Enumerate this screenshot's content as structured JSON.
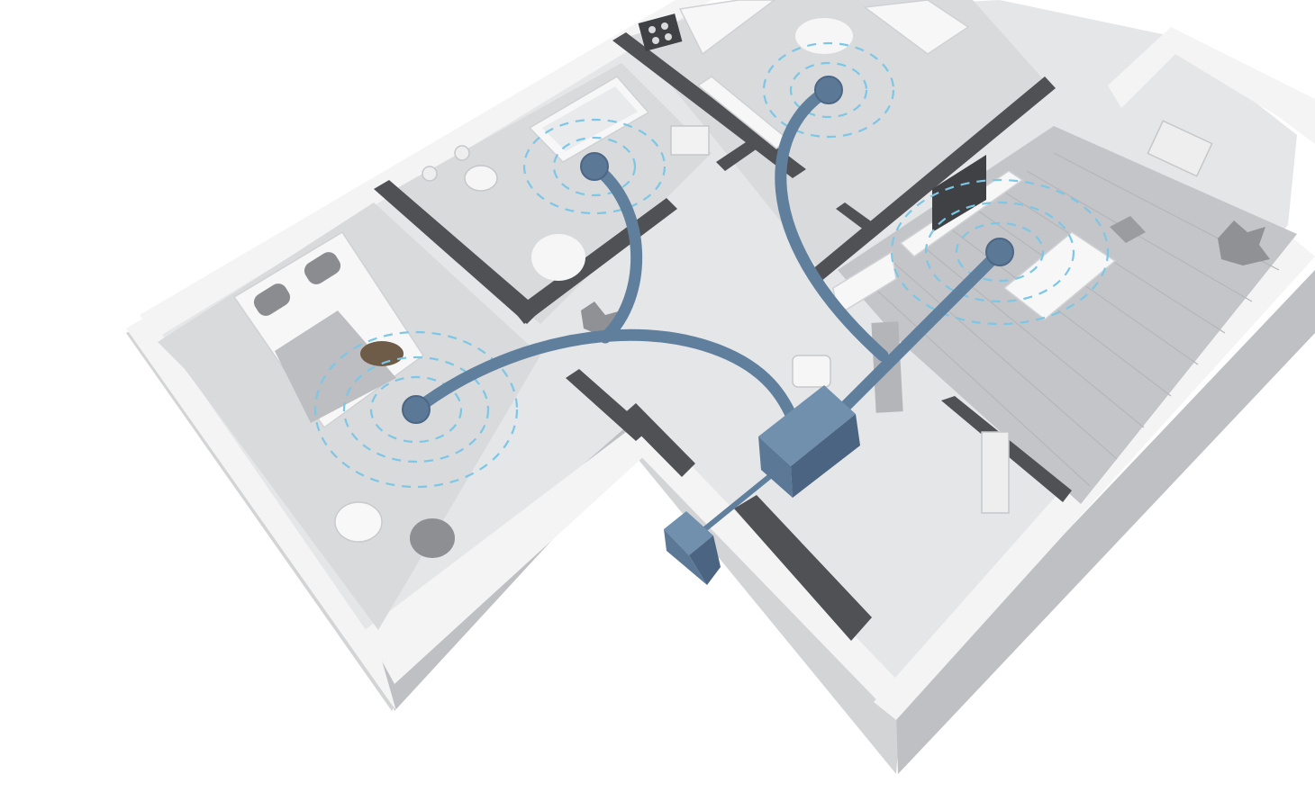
{
  "diagram": {
    "subject": "",
    "elements": {
      "central_unit": "air-handling-unit",
      "secondary_unit": "intake-unit",
      "vents": [
        "bedroom-vent",
        "bathroom-vent",
        "kitchen-vent",
        "living-room-vent"
      ],
      "rooms": [
        "bedroom",
        "bathroom",
        "kitchen",
        "living-room",
        "hallway"
      ]
    },
    "colors": {
      "duct": "#5f7f9d",
      "unit": "#5b7896",
      "airflow_waves": "#7cc6e6",
      "walls": "#4f5155",
      "floor": "#e5e6e8"
    }
  }
}
